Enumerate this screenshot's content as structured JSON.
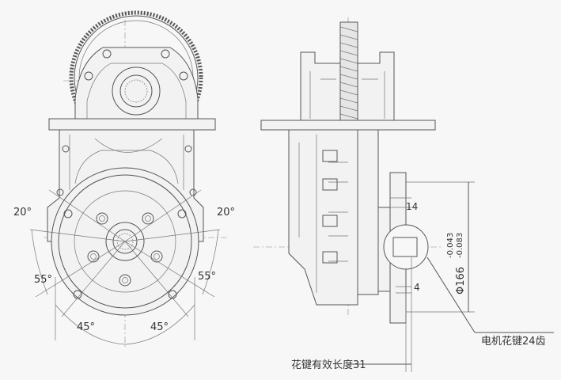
{
  "labels": {
    "angle_top_left": "20°",
    "angle_top_right": "20°",
    "angle_mid_left": "55°",
    "angle_mid_right": "55°",
    "angle_bottom_left": "45°",
    "angle_bottom_right": "45°",
    "dim_14": "14",
    "dim_4": "4",
    "dim_diameter": "Φ166",
    "dim_tolerance_upper": "-0.043",
    "dim_tolerance_lower": "-0.083",
    "motor_spline": "电机花键24齿",
    "spline_length": "花键有效长度31"
  },
  "colors": {
    "line": "#555555",
    "background": "#f7f7f7"
  }
}
